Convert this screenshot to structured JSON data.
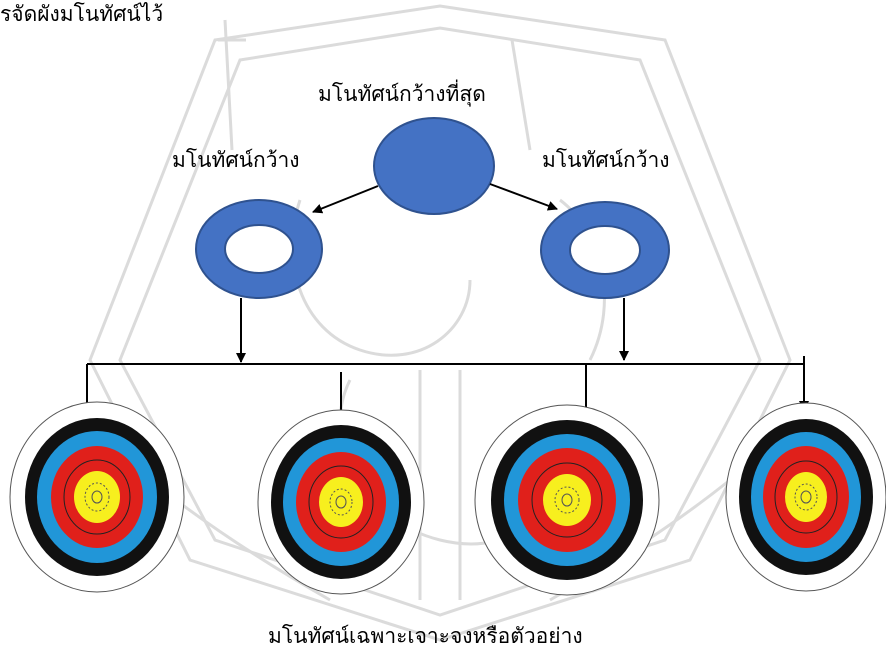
{
  "caption": "รจัดผังมโนทัศน์ไว้",
  "nodes": {
    "top_label": "มโนทัศน์กว้างที่สุด",
    "left_label": "มโนทัศน์กว้าง",
    "right_label": "มโนทัศน์กว้าง",
    "bottom_label": "มโนทัศน์เฉพาะเจาะจงหรือตัวอย่าง"
  },
  "colors": {
    "node_fill": "#4472c4",
    "node_stroke": "#2f528f",
    "target_rings": [
      "#ffffff",
      "#000000",
      "#2196d8",
      "#e0201b",
      "#f7ef1e"
    ],
    "watermark": "#bdbdbd"
  },
  "icons": [
    "arrow-icon",
    "archery-target-icon",
    "ganesha-watermark-icon"
  ]
}
